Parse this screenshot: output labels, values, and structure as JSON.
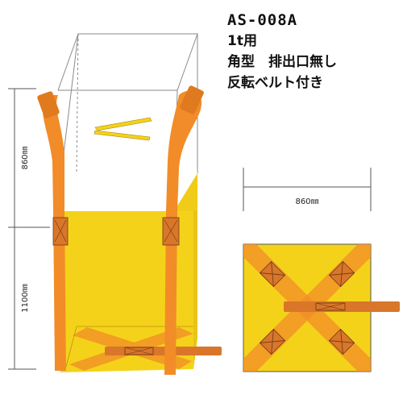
{
  "product": {
    "model": "AS-008A",
    "capacity": "1t用",
    "shape_line": "角型　排出口無し",
    "belt_line": "反転ベルト付き"
  },
  "dimensions": {
    "top_height": "860㎜",
    "bottom_height": "1100㎜",
    "top_width": "860㎜"
  },
  "colors": {
    "bag_yellow": "#F5D21A",
    "belt_orange": "#F28C28",
    "belt_dark": "#D9762A",
    "outline": "#9A9A9A"
  }
}
